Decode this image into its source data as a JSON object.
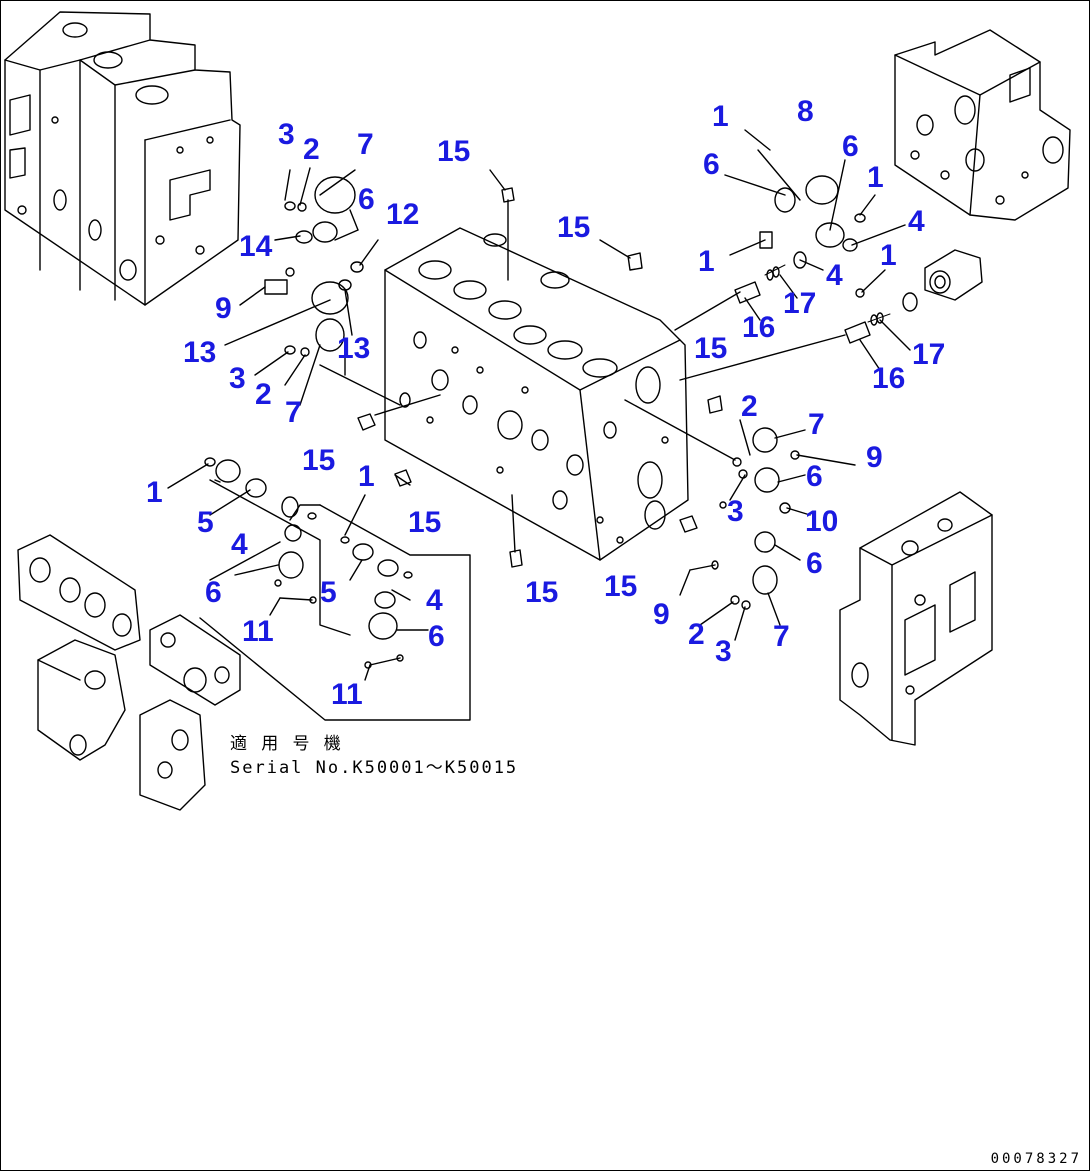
{
  "diagram": {
    "callouts": [
      {
        "id": "c-3-a",
        "text": "3"
      },
      {
        "id": "c-2-a",
        "text": "2"
      },
      {
        "id": "c-7-a",
        "text": "7"
      },
      {
        "id": "c-6-a",
        "text": "6"
      },
      {
        "id": "c-12",
        "text": "12"
      },
      {
        "id": "c-14",
        "text": "14"
      },
      {
        "id": "c-9-a",
        "text": "9"
      },
      {
        "id": "c-13-a",
        "text": "13"
      },
      {
        "id": "c-13-b",
        "text": "13"
      },
      {
        "id": "c-3-b",
        "text": "3"
      },
      {
        "id": "c-2-b",
        "text": "2"
      },
      {
        "id": "c-7-b",
        "text": "7"
      },
      {
        "id": "c-15-a",
        "text": "15"
      },
      {
        "id": "c-15-b",
        "text": "15"
      },
      {
        "id": "c-15-c",
        "text": "15"
      },
      {
        "id": "c-15-d",
        "text": "15"
      },
      {
        "id": "c-15-e",
        "text": "15"
      },
      {
        "id": "c-15-f",
        "text": "15"
      },
      {
        "id": "c-15-g",
        "text": "15"
      },
      {
        "id": "c-1-a",
        "text": "1"
      },
      {
        "id": "c-8",
        "text": "8"
      },
      {
        "id": "c-6-b",
        "text": "6"
      },
      {
        "id": "c-6-c",
        "text": "6"
      },
      {
        "id": "c-1-b",
        "text": "1"
      },
      {
        "id": "c-4-a",
        "text": "4"
      },
      {
        "id": "c-1-c",
        "text": "1"
      },
      {
        "id": "c-4-b",
        "text": "4"
      },
      {
        "id": "c-1-d",
        "text": "1"
      },
      {
        "id": "c-17-a",
        "text": "17"
      },
      {
        "id": "c-16-a",
        "text": "16"
      },
      {
        "id": "c-17-b",
        "text": "17"
      },
      {
        "id": "c-16-b",
        "text": "16"
      },
      {
        "id": "c-2-c",
        "text": "2"
      },
      {
        "id": "c-7-c",
        "text": "7"
      },
      {
        "id": "c-9-b",
        "text": "9"
      },
      {
        "id": "c-6-d",
        "text": "6"
      },
      {
        "id": "c-3-c",
        "text": "3"
      },
      {
        "id": "c-10",
        "text": "10"
      },
      {
        "id": "c-6-e",
        "text": "6"
      },
      {
        "id": "c-9-c",
        "text": "9"
      },
      {
        "id": "c-2-d",
        "text": "2"
      },
      {
        "id": "c-3-d",
        "text": "3"
      },
      {
        "id": "c-7-d",
        "text": "7"
      },
      {
        "id": "c-1-e",
        "text": "1"
      },
      {
        "id": "c-5-a",
        "text": "5"
      },
      {
        "id": "c-1-f",
        "text": "1"
      },
      {
        "id": "c-4-c",
        "text": "4"
      },
      {
        "id": "c-6-f",
        "text": "6"
      },
      {
        "id": "c-11-a",
        "text": "11"
      },
      {
        "id": "c-5-b",
        "text": "5"
      },
      {
        "id": "c-4-d",
        "text": "4"
      },
      {
        "id": "c-6-g",
        "text": "6"
      },
      {
        "id": "c-11-b",
        "text": "11"
      }
    ],
    "applicability_label": "適 用 号 機",
    "serial_label": "Serial No.K50001～K50015",
    "drawing_code": "00078327",
    "callout_color": "#1a1ae0"
  }
}
